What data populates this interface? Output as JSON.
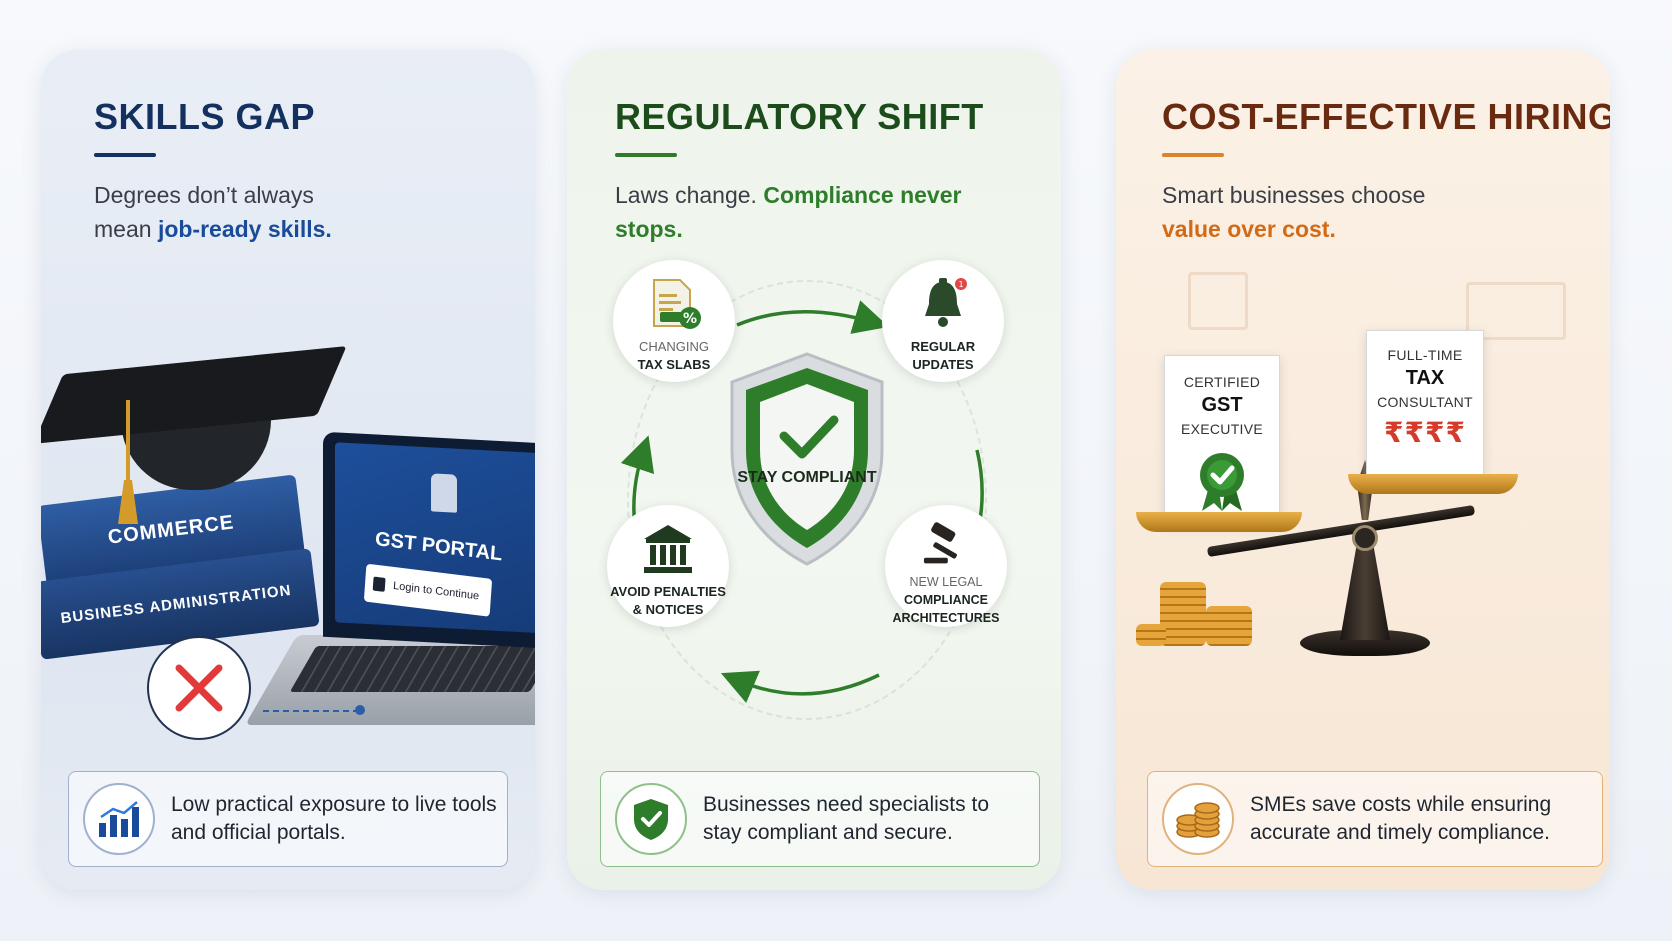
{
  "cards": [
    {
      "title": "SKILLS GAP",
      "subtitle_line1": "Degrees don’t always",
      "subtitle_pre": "mean ",
      "subtitle_highlight": "job-ready skills.",
      "books": [
        "COMMERCE",
        "BUSINESS ADMINISTRATION"
      ],
      "portal_title": "GST PORTAL",
      "login_label": "Login to Continue",
      "footer": "Low practical exposure to live tools and official portals.",
      "footer_icon": "bar-chart-icon"
    },
    {
      "title": "REGULATORY SHIFT",
      "subtitle_pre": "Laws change. ",
      "subtitle_highlight": "Compliance never stops.",
      "center_label": "STAY COMPLIANT",
      "nodes": [
        {
          "label_top": "CHANGING",
          "label_bottom": "TAX SLABS",
          "icon": "tax-document-icon"
        },
        {
          "label_top": "REGULAR",
          "label_bottom": "UPDATES",
          "icon": "bell-icon"
        },
        {
          "label_top": "AVOID PENALTIES",
          "label_bottom": "& NOTICES",
          "icon": "court-building-icon"
        },
        {
          "label_top": "NEW LEGAL",
          "label_mid": "COMPLIANCE",
          "label_bottom": "ARCHITECTURES",
          "icon": "gavel-icon"
        }
      ],
      "footer": "Businesses need specialists to stay compliant and secure.",
      "footer_icon": "shield-check-icon"
    },
    {
      "title": "COST-EFFECTIVE HIRING",
      "subtitle_line1": "Smart businesses choose",
      "subtitle_highlight": "value over cost.",
      "left_doc": {
        "top": "CERTIFIED",
        "mid": "GST",
        "bottom": "EXECUTIVE"
      },
      "right_doc": {
        "top": "FULL-TIME",
        "mid": "TAX",
        "bottom": "CONSULTANT",
        "price": "₹₹₹₹"
      },
      "footer": "SMEs save costs while ensuring accurate and timely compliance.",
      "footer_icon": "coins-icon"
    }
  ],
  "colors": {
    "navy": "#14305e",
    "green": "#2e7d2a",
    "amber": "#d26b17",
    "red_x": "#e23a3a"
  }
}
